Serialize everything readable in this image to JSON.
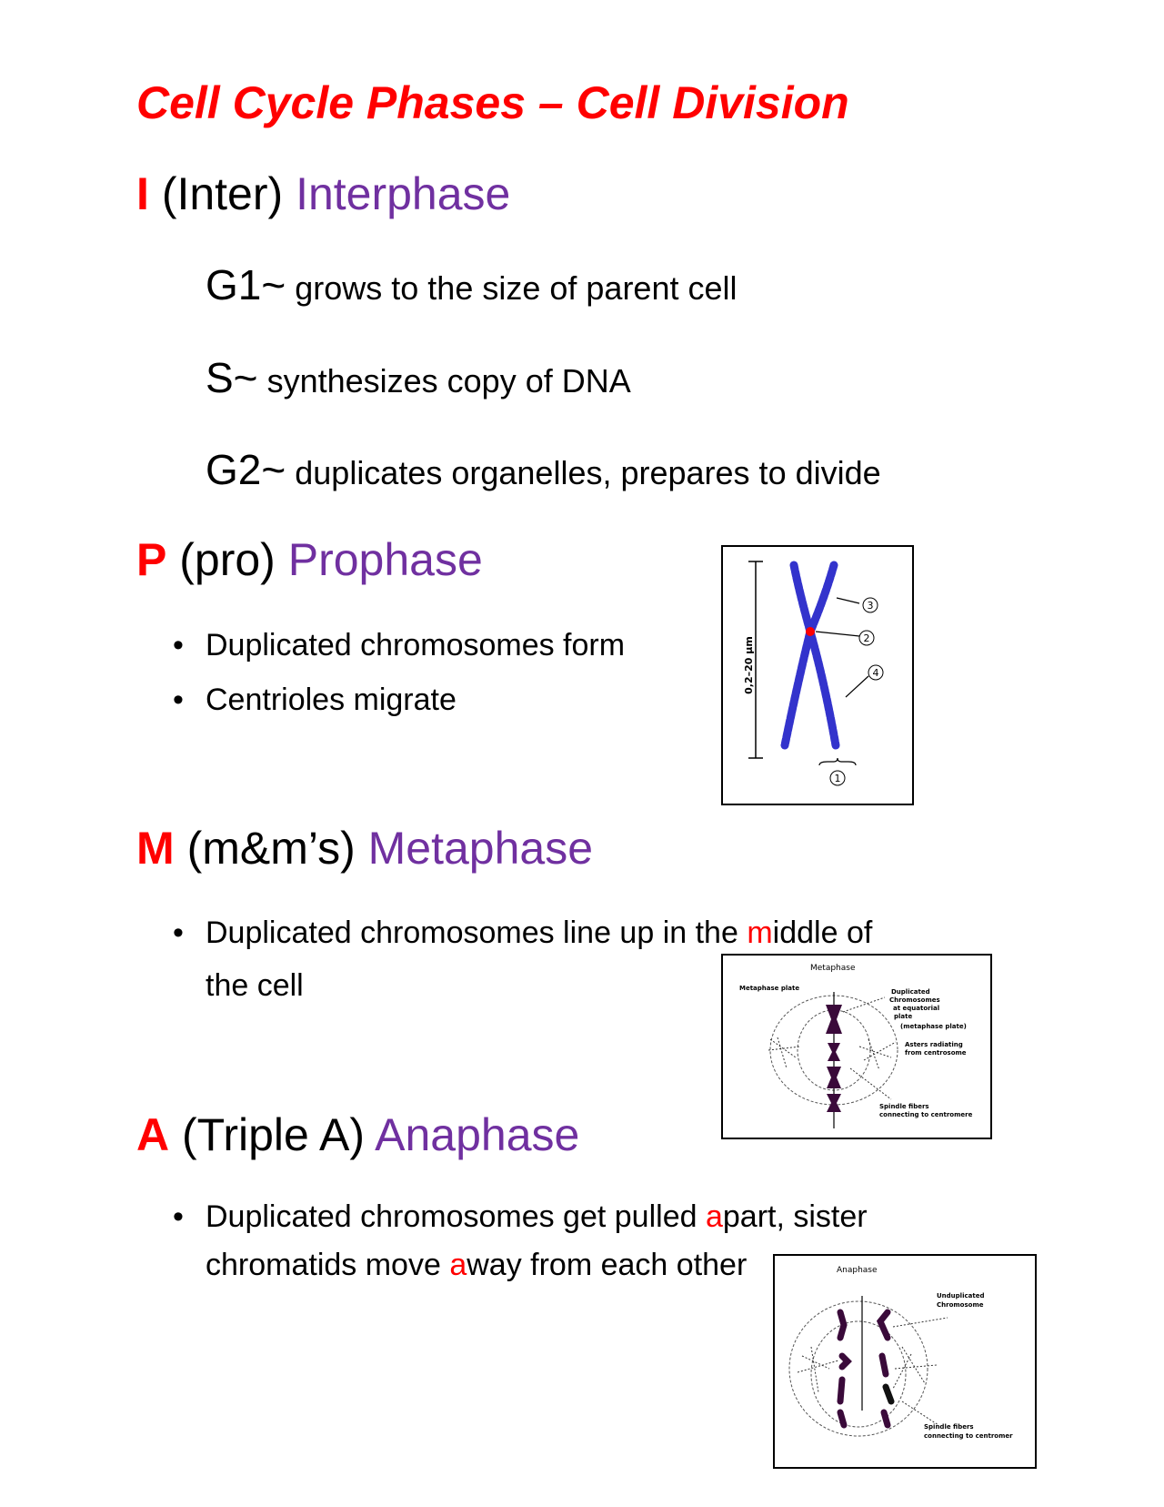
{
  "title": "Cell Cycle Phases – Cell Division",
  "interphase": {
    "letter": "I",
    "mnemonic": "(Inter)",
    "name": "Interphase",
    "stages": [
      {
        "key": "G1~",
        "text": "grows to the size of parent cell"
      },
      {
        "key": "S~",
        "text": "synthesizes copy of DNA"
      },
      {
        "key": "G2~",
        "text": "duplicates organelles, prepares to divide"
      }
    ]
  },
  "prophase": {
    "letter": "P",
    "mnemonic": "(pro)",
    "name": "Prophase",
    "bullets": [
      "Duplicated chromosomes form",
      "Centrioles migrate"
    ],
    "figure": {
      "scale_label": "0,2–20 µm",
      "labels": [
        "1",
        "2",
        "3",
        "4"
      ]
    }
  },
  "metaphase": {
    "letter": "M",
    "mnemonic": "(m&m’s)",
    "name": "Metaphase",
    "bullet_pre": "Duplicated chromosomes line up in the ",
    "bullet_highlight": "m",
    "bullet_post": "iddle of",
    "bullet_cont": "the cell",
    "figure": {
      "title": "Metaphase",
      "plate_label": "Metaphase plate",
      "label_chromosomes": [
        "Duplicated",
        "Chromosomes",
        "at equatorial",
        "plate",
        "(metaphase plate)"
      ],
      "label_asters": [
        "Asters radiating",
        "from centrosome"
      ],
      "label_spindle": [
        "Spindle fibers",
        "connecting to centromere"
      ]
    }
  },
  "anaphase": {
    "letter": "A",
    "mnemonic": "(Triple A)",
    "name": "Anaphase",
    "line1_pre": "Duplicated chromosomes get pulled ",
    "line1_highlight": "a",
    "line1_post": "part, sister",
    "line2_pre": "chromatids move ",
    "line2_highlight": "a",
    "line2_post": "way from each other",
    "figure": {
      "title": "Anaphase",
      "label_chromosome": [
        "Unduplicated",
        "Chromosome"
      ],
      "label_spindle": [
        "Spindle fibers",
        "connecting to centromer"
      ]
    }
  },
  "colors": {
    "letter": "#ff0000",
    "phase": "#7030a0",
    "chromosome_blue": "#3333cc",
    "chromosome_dark": "#3a0a3a"
  }
}
